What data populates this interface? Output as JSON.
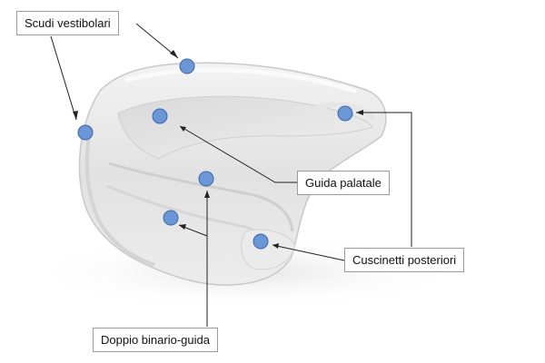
{
  "labels": {
    "scudi_vestibolari": "Scudi vestibolari",
    "guida_palatale": "Guida palatale",
    "cuscinetti_posteriori": "Cuscinetti posteriori",
    "doppio_binario_guida": "Doppio binario-guida"
  },
  "colors": {
    "marker_fill": "#6b97d6",
    "marker_stroke": "#3f68a8",
    "leader_line": "#222222",
    "box_border": "#9a9a9a"
  }
}
